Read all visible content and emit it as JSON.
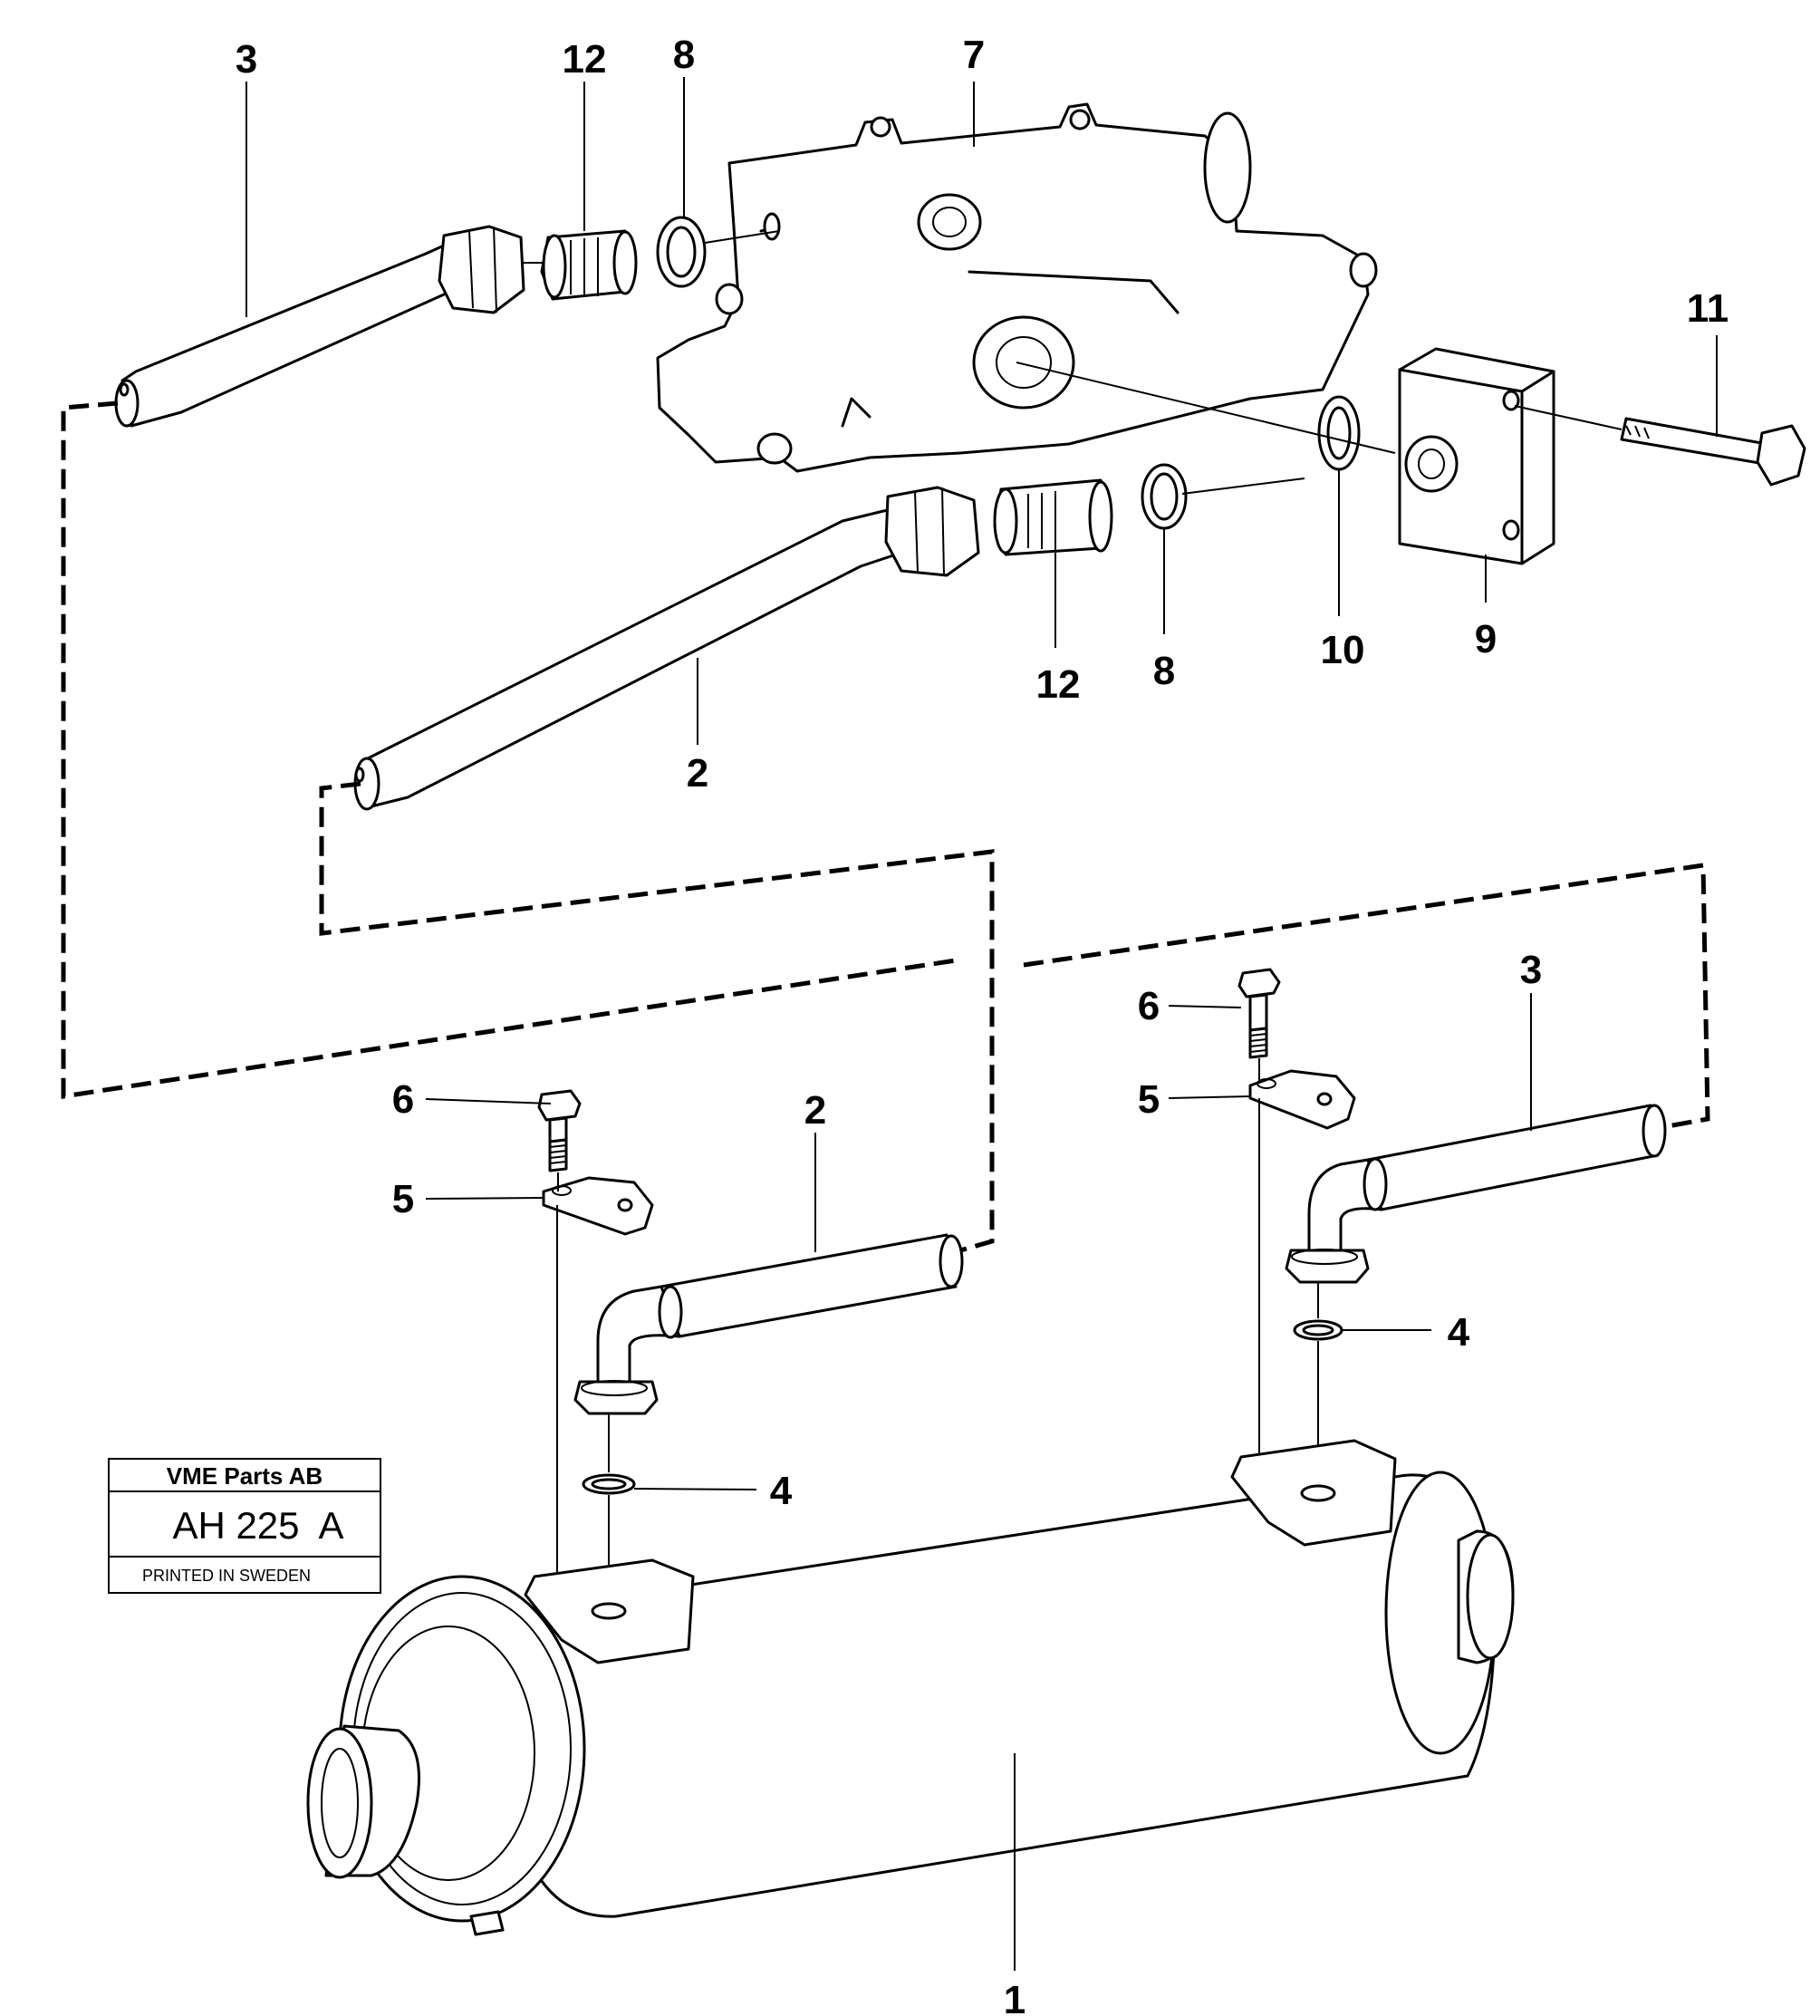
{
  "labels": {
    "top_hose_3": "3",
    "top_adapter_12": "12",
    "top_seal_8": "8",
    "valve_7": "7",
    "bolt_11": "11",
    "seal_10": "10",
    "block_9": "9",
    "mid_seal_8": "8",
    "mid_adapter_12": "12",
    "mid_hose_2": "2",
    "left_screw_6": "6",
    "left_clamp_5": "5",
    "left_hose_2": "2",
    "left_seal_4": "4",
    "right_screw_6": "6",
    "right_clamp_5": "5",
    "right_hose_3": "3",
    "right_seal_4": "4",
    "cooler_1": "1"
  },
  "stamp": {
    "company": "VME Parts AB",
    "code": "AH 225  A",
    "printed": "PRINTED IN SWEDEN"
  }
}
